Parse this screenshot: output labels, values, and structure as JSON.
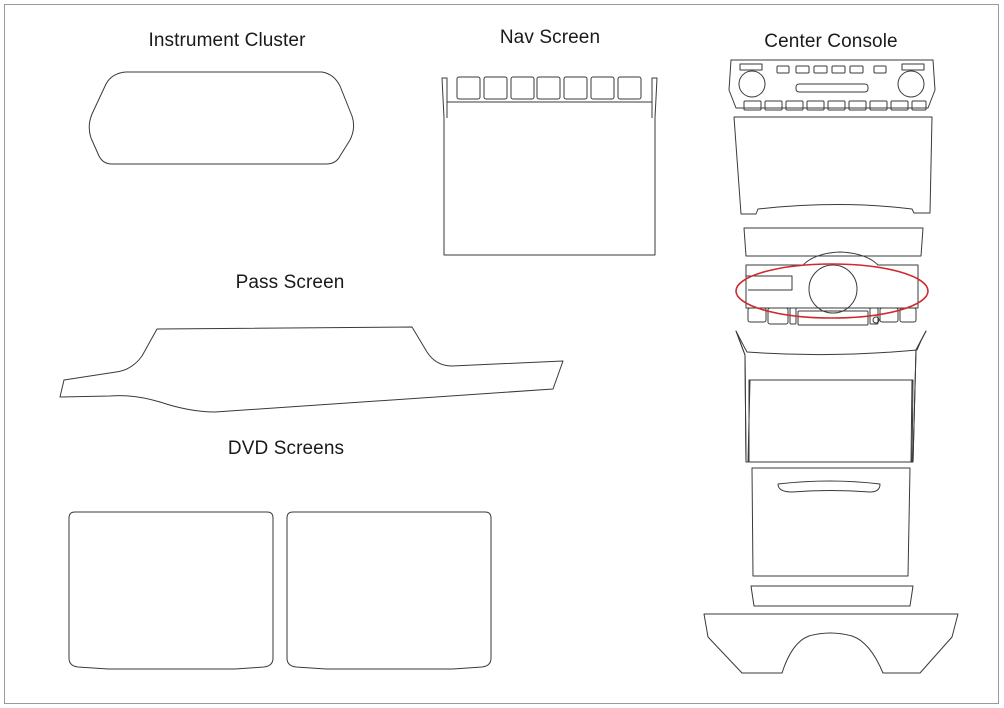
{
  "labels": {
    "instrument_cluster": "Instrument Cluster",
    "nav_screen": "Nav Screen",
    "center_console": "Center Console",
    "pass_screen": "Pass Screen",
    "dvd_screens": "DVD Screens"
  },
  "colors": {
    "outline": "#3a3a3a",
    "highlight": "#d0282e",
    "frame": "#9a9a9a",
    "background": "#ffffff"
  }
}
